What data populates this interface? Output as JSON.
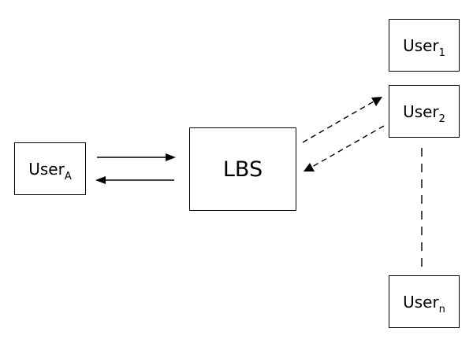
{
  "diagram": {
    "nodes": {
      "user_a": {
        "base": "User",
        "sub": "A"
      },
      "lbs": {
        "label": "LBS"
      },
      "user_1": {
        "base": "User",
        "sub": "1"
      },
      "user_2": {
        "base": "User",
        "sub": "2"
      },
      "user_n": {
        "base": "User",
        "sub": "n"
      }
    },
    "edges": [
      {
        "from": "user_a",
        "to": "lbs",
        "style": "solid"
      },
      {
        "from": "lbs",
        "to": "user_a",
        "style": "solid"
      },
      {
        "from": "lbs",
        "to": "user_2",
        "style": "dashed"
      },
      {
        "from": "user_2",
        "to": "lbs",
        "style": "dashed"
      },
      {
        "from": "user_2",
        "to": "user_n",
        "style": "dashed",
        "arrow": false
      }
    ],
    "colors": {
      "line": "#000000",
      "background": "#ffffff"
    }
  }
}
